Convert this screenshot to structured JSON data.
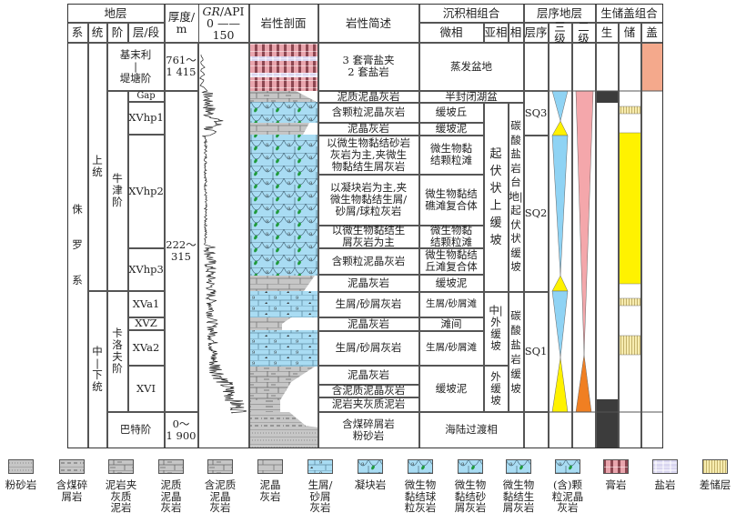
{
  "header": {
    "strata": "地层",
    "system": "系",
    "series": "统",
    "stage": "阶",
    "member": "层/段",
    "thickness": "厚度/\nm",
    "gr_label_italic": "GR",
    "gr_label_unit": "/API",
    "gr_scale": "0 ——150",
    "litho_profile": "岩性剖面",
    "litho_desc": "岩性简述",
    "facies_group": "沉积相组合",
    "microfacies": "微相",
    "subfacies": "亚相",
    "facies": "相",
    "sequence_strat": "层序地层",
    "sequence": "层序",
    "third_order": "三级",
    "second_order": "二级",
    "src_res_seal": "生储盖组合",
    "source": "生",
    "reservoir": "储",
    "seal": "盖"
  },
  "strata": {
    "system": "侏\n\n\n罗\n\n\n系",
    "series_upper": "上\n统",
    "series_mid_lower": "中\n|\n下\n统",
    "stage_kim": "基末利\n|\n堤塘阶",
    "stage_oxf": "牛\n津\n阶",
    "stage_cal": "卡\n洛\n夫\n阶",
    "stage_bat": "巴特阶",
    "members": [
      "Gap",
      "XVhp1",
      "XVhp2",
      "XVhp3",
      "XVa1",
      "XVZ",
      "XVa2",
      "XVI"
    ],
    "thickness": [
      "761～\n1 415",
      "222～\n315",
      "0～\n1 900"
    ]
  },
  "lithology_desc": [
    "3 套膏盐夹\n2 套盐岩",
    "泥质泥晶灰岩",
    "含颗粒泥晶灰岩",
    "泥晶灰岩",
    "以微生物黏结砂岩\n灰岩为主,夹微生\n物黏结生屑灰岩",
    "以凝块岩为主,夹\n微生物黏结生屑/\n砂屑/球粒灰岩",
    "以微生物黏结生\n屑灰岩为主",
    "含颗粒泥晶灰岩",
    "泥晶灰岩",
    "生屑/砂屑灰岩",
    "泥晶灰岩",
    "生屑/砂屑灰岩",
    "泥晶灰岩",
    "含泥质泥晶灰岩",
    "泥岩夹灰质泥岩",
    "含煤碎屑岩\n粉砂岩"
  ],
  "microfacies": [
    "蒸发盆地",
    "半封闭湖盆",
    "缓坡丘",
    "缓坡泥",
    "微生物黏\n结颗粒滩",
    "微生物黏结\n礁滩复合体",
    "微生物黏\n结颗粒滩",
    "微生物黏结\n丘滩复合体",
    "缓坡泥",
    "生屑/砂屑滩",
    "滩间",
    "生屑/砂屑滩",
    "缓坡泥",
    "海陆过渡相"
  ],
  "subfacies": [
    "起伏状上缓坡",
    "中|外缓坡",
    "外缓坡"
  ],
  "facies": [
    "碳酸盐岩台地|起伏状缓坡",
    "碳酸盐岩缓坡"
  ],
  "sequences": [
    "SQ3",
    "SQ2",
    "SQ1"
  ],
  "legend": [
    {
      "label": "粉砂岩",
      "icon": "siltstone"
    },
    {
      "label": "含煤碎\n屑岩",
      "icon": "coal-clastic"
    },
    {
      "label": "泥岩夹\n灰质\n泥岩",
      "icon": "mudstone-calc"
    },
    {
      "label": "泥质\n泥晶\n灰岩",
      "icon": "argillaceous-micrite"
    },
    {
      "label": "含泥质\n泥晶\n灰岩",
      "icon": "arg-bearing-micrite"
    },
    {
      "label": "泥晶\n灰岩",
      "icon": "micrite"
    },
    {
      "label": "生屑/\n砂屑\n灰岩",
      "icon": "bioclastic"
    },
    {
      "label": "凝块岩",
      "icon": "thrombolite"
    },
    {
      "label": "微生物\n黏结球\n粒灰岩",
      "icon": "microbial-pellet"
    },
    {
      "label": "微生物\n黏结砂\n屑灰岩",
      "icon": "microbial-sand"
    },
    {
      "label": "微生物\n黏结生\n屑灰岩",
      "icon": "microbial-bio"
    },
    {
      "label": "(含)颗\n粒泥晶\n灰岩",
      "icon": "grain-micrite"
    },
    {
      "label": "膏岩",
      "icon": "gypsum"
    },
    {
      "label": "盐岩",
      "icon": "salt"
    },
    {
      "label": "差储层",
      "icon": "poor-reservoir"
    }
  ],
  "colors": {
    "limestone_blue": "#a9dcf3",
    "gray_rock": "#c6c6c6",
    "seal": "#f4a98c",
    "reservoir": "#fff200",
    "source": "#3c3c3c",
    "second_order_pink": "#f4a7ab",
    "second_order_orange": "#f07f22"
  }
}
